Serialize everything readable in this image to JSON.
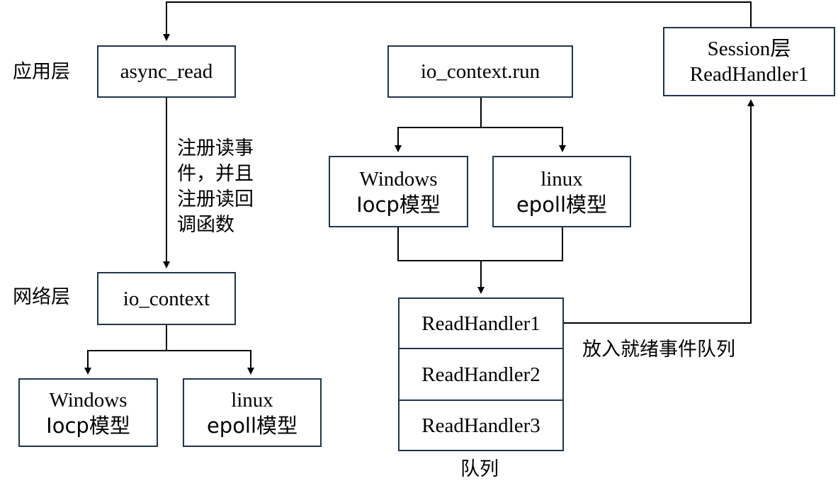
{
  "layers": {
    "app": "应用层",
    "network": "网络层"
  },
  "boxes": {
    "async_read": "async_read",
    "io_context": "io_context",
    "left_windows": [
      "Windows",
      "Iocp模型"
    ],
    "left_linux": [
      "linux",
      "epoll模型"
    ],
    "io_context_run": "io_context.run",
    "mid_windows": [
      "Windows",
      "Iocp模型"
    ],
    "mid_linux": [
      "linux",
      "epoll模型"
    ],
    "session": [
      "Session层",
      "ReadHandler1"
    ]
  },
  "queue": {
    "items": [
      "ReadHandler1",
      "ReadHandler2",
      "ReadHandler3"
    ],
    "label": "队列"
  },
  "annotations": {
    "register_note": [
      "注册读事",
      "件，并且",
      "注册读回",
      "调函数"
    ],
    "ready_queue": "放入就绪事件队列"
  },
  "colors": {
    "box_border": "#1f3450",
    "line": "#000000"
  }
}
